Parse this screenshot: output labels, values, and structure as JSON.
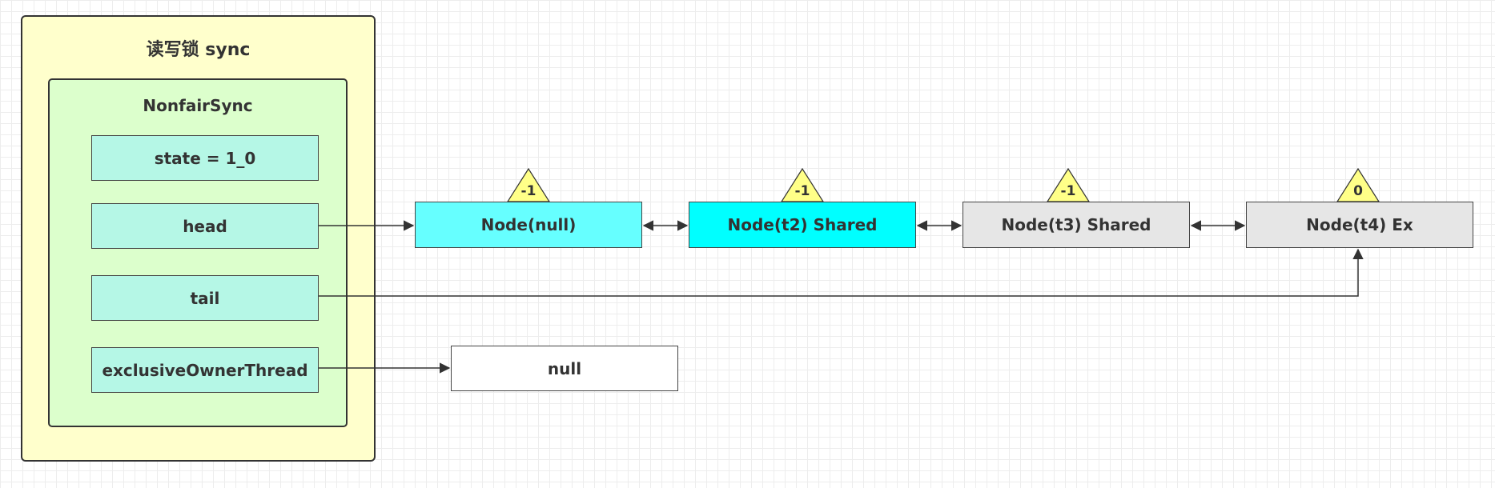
{
  "lock": {
    "title": "读写锁 sync",
    "sync": {
      "title": "NonfairSync",
      "fields": {
        "state": "state = 1_0",
        "head": "head",
        "tail": "tail",
        "owner": "exclusiveOwnerThread"
      }
    }
  },
  "queue": {
    "nodes": [
      {
        "label": "Node(null)",
        "wait_status": "-1",
        "color": "#66ffff"
      },
      {
        "label": "Node(t2) Shared",
        "wait_status": "-1",
        "color": "#00ffff"
      },
      {
        "label": "Node(t3) Shared",
        "wait_status": "-1",
        "color": "#e6e6e6"
      },
      {
        "label": "Node(t4) Ex",
        "wait_status": "0",
        "color": "#e6e6e6"
      }
    ]
  },
  "owner_value": "null",
  "colors": {
    "outer_fill": "#ffffcc",
    "inner_fill": "#dcffcc",
    "field_fill": "#b5f7e6",
    "triangle_fill": "#ffff88",
    "stroke": "#333333"
  }
}
